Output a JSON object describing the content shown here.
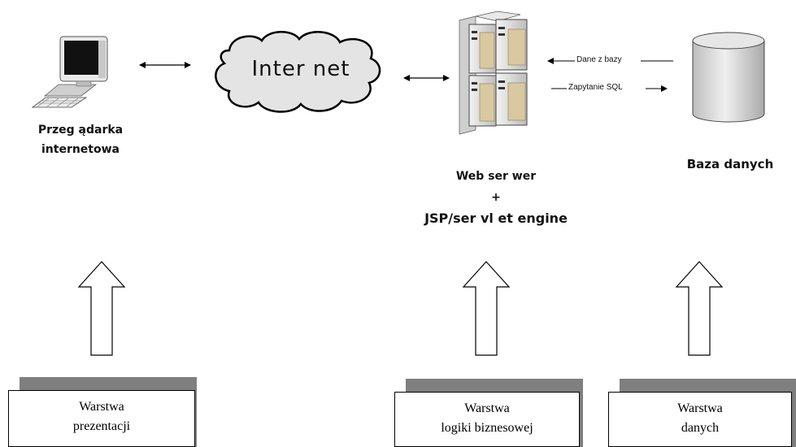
{
  "labels": {
    "browser_line1": "Przeg ądarka",
    "browser_line2": "internetowa",
    "internet": "Inter net",
    "server_line1": "Web ser wer",
    "server_line2": "+",
    "server_line3": "JSP/ser vl et engine",
    "database": "Baza danych",
    "data_from_db": "Dane z bazy",
    "sql_query": "Zapytanie SQL"
  },
  "layers": {
    "presentation": {
      "line1": "Warstwa",
      "line2": "prezentacji"
    },
    "business": {
      "line1": "Warstwa",
      "line2": "logiki biznesowej"
    },
    "data": {
      "line1": "Warstwa",
      "line2": "danych"
    }
  },
  "colors": {
    "monitor_body": "#e9e9e9",
    "screen": "#111111",
    "cloud_fill": "#e4e4e4",
    "server_frame": "#d9d9d9",
    "server_panel": "#d8c9a0",
    "db_fill": "#d6d6d6",
    "shadow": "#7f7f7f"
  },
  "icons": [
    "computer-icon",
    "internet-cloud-icon",
    "server-icon",
    "database-icon"
  ]
}
